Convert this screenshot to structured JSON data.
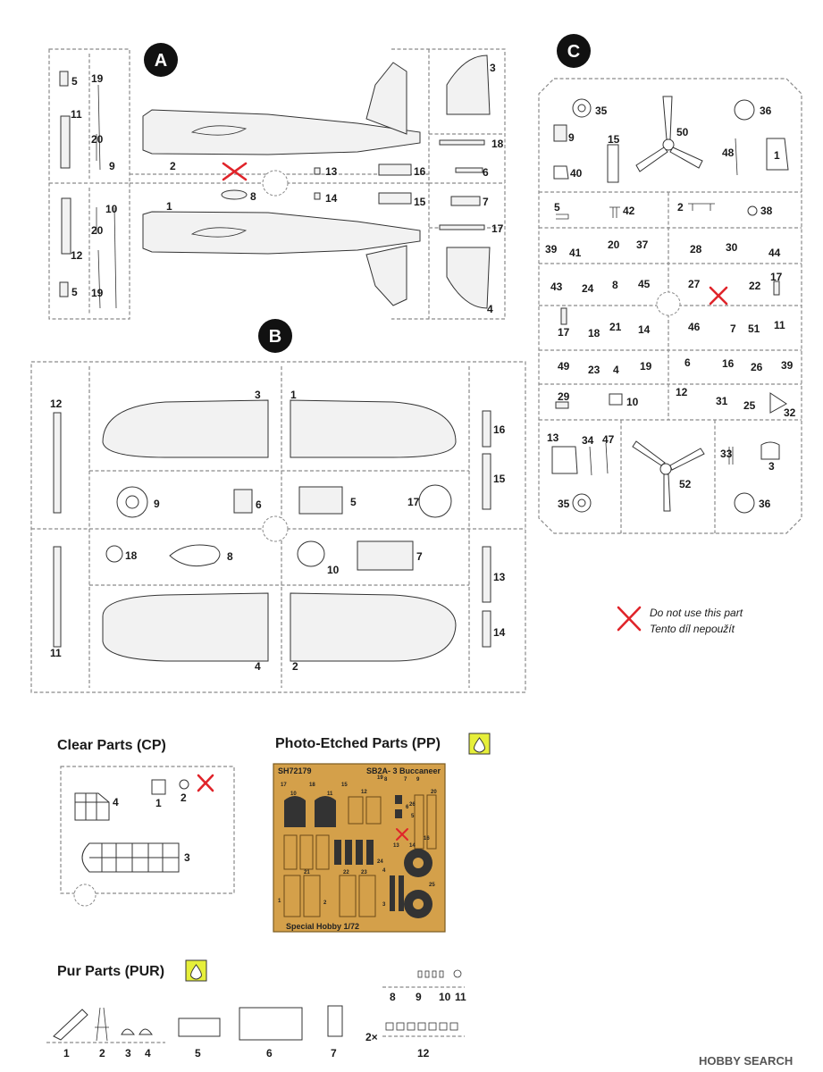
{
  "sprues": {
    "A": {
      "letter": "A",
      "labels": [
        "1",
        "2",
        "3",
        "4",
        "5",
        "5",
        "6",
        "7",
        "8",
        "9",
        "10",
        "11",
        "12",
        "13",
        "14",
        "15",
        "16",
        "17",
        "18",
        "19",
        "19",
        "20",
        "20"
      ]
    },
    "B": {
      "letter": "B",
      "labels": [
        "1",
        "2",
        "3",
        "4",
        "5",
        "6",
        "7",
        "8",
        "9",
        "10",
        "11",
        "12",
        "13",
        "14",
        "15",
        "16",
        "17",
        "18"
      ]
    },
    "C": {
      "letter": "C",
      "labels": [
        "1",
        "2",
        "3",
        "4",
        "5",
        "6",
        "7",
        "8",
        "9",
        "10",
        "11",
        "12",
        "13",
        "14",
        "15",
        "16",
        "17",
        "17",
        "18",
        "19",
        "20",
        "21",
        "22",
        "23",
        "24",
        "25",
        "26",
        "27",
        "28",
        "29",
        "30",
        "31",
        "32",
        "33",
        "34",
        "35",
        "35",
        "36",
        "36",
        "37",
        "38",
        "39",
        "39",
        "40",
        "41",
        "42",
        "43",
        "44",
        "45",
        "46",
        "47",
        "48",
        "49",
        "50",
        "51",
        "52"
      ]
    }
  },
  "legend": {
    "line1": "Do not use this part",
    "line2": "Tento díl nepoužít"
  },
  "clear_parts": {
    "title": "Clear Parts (CP)",
    "labels": [
      "1",
      "2",
      "3",
      "4"
    ]
  },
  "photo_etched": {
    "title": "Photo-Etched Parts (PP)",
    "code": "SH72179",
    "name": "SB2A- 3 Buccaneer",
    "footer": "Special Hobby 1/72",
    "labels": [
      "1",
      "2",
      "3",
      "4",
      "5",
      "6",
      "7",
      "8",
      "9",
      "10",
      "11",
      "12",
      "13",
      "14",
      "15",
      "16",
      "17",
      "18",
      "19",
      "20",
      "21",
      "22",
      "23",
      "24",
      "25",
      "26"
    ],
    "plate_color": "#d4a04a"
  },
  "pur_parts": {
    "title": "Pur Parts (PUR)",
    "labels": [
      "1",
      "2",
      "3",
      "4",
      "5",
      "6",
      "7",
      "8",
      "9",
      "10",
      "11",
      "12"
    ],
    "multiplier": "2×"
  },
  "icons": {
    "drop": "drop-icon",
    "do_not_use": "red-x-icon"
  },
  "colors": {
    "warning_red": "#e0242a",
    "icon_yellow": "#e6ef3a",
    "sprue_gray": "#8a8a8a"
  },
  "watermark": {
    "text": "HOBBY SEARCH"
  }
}
